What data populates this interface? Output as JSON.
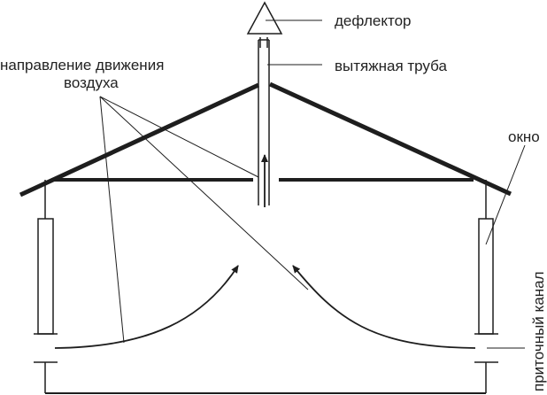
{
  "labels": {
    "deflector": "дефлектор",
    "exhaust_pipe": "вытяжная труба",
    "air_direction_line1": "направление движения",
    "air_direction_line2": "воздуха",
    "window": "окно",
    "supply_channel": "приточный канал"
  },
  "colors": {
    "line": "#1e1e1e",
    "text": "#222222"
  }
}
